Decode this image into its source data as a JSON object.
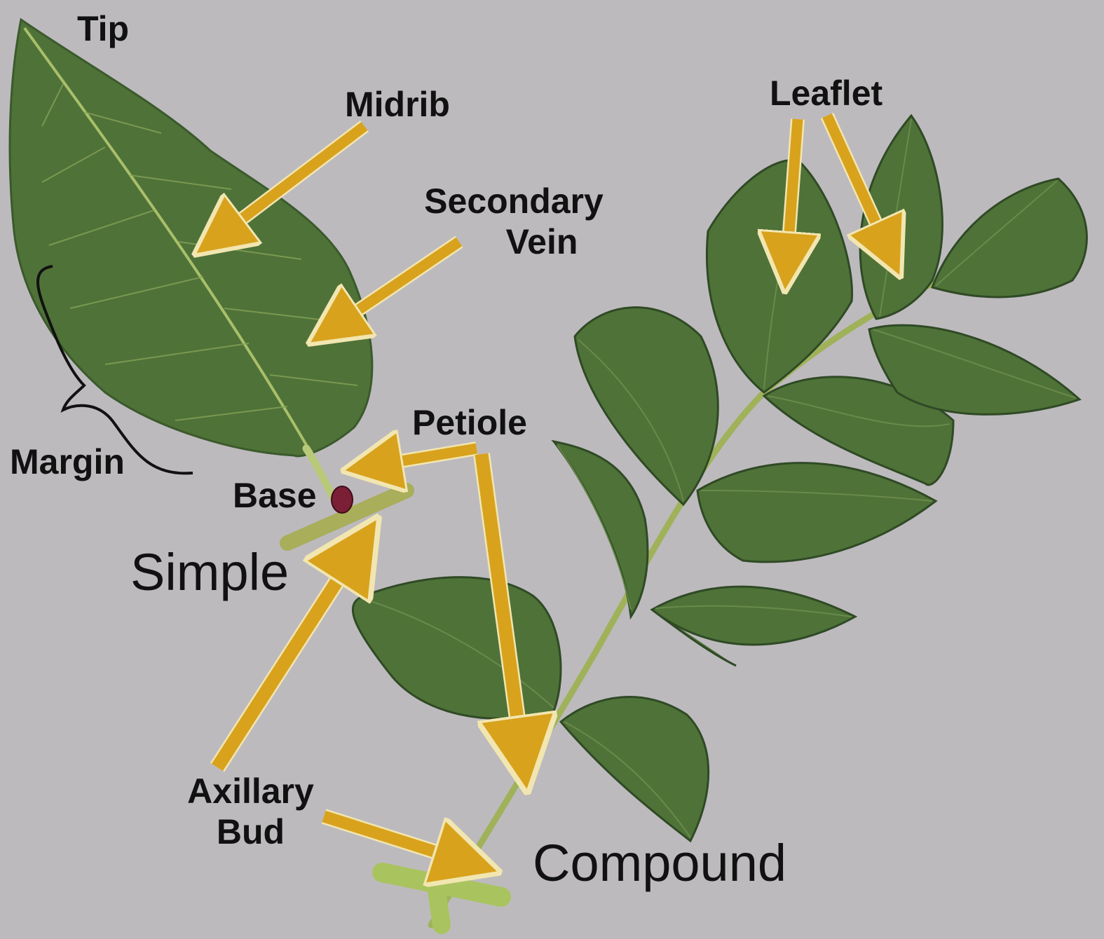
{
  "labels": {
    "tip": "Tip",
    "midrib": "Midrib",
    "secondary_vein_line1": "Secondary",
    "secondary_vein_line2": "Vein",
    "leaflet": "Leaflet",
    "petiole": "Petiole",
    "margin": "Margin",
    "base": "Base",
    "axillary_bud_line1": "Axillary",
    "axillary_bud_line2": "Bud",
    "simple": "Simple",
    "compound": "Compound"
  },
  "colors": {
    "background": "#bdbabe",
    "leaf_fill": "#4f7238",
    "leaf_dark": "#33512a",
    "vein": "#a9bf6a",
    "stem": "#9fb25a",
    "arrow_fill": "#d8a21d",
    "arrow_outline": "#f2e6b0",
    "bud": "#7a1f35",
    "text": "#111111"
  }
}
